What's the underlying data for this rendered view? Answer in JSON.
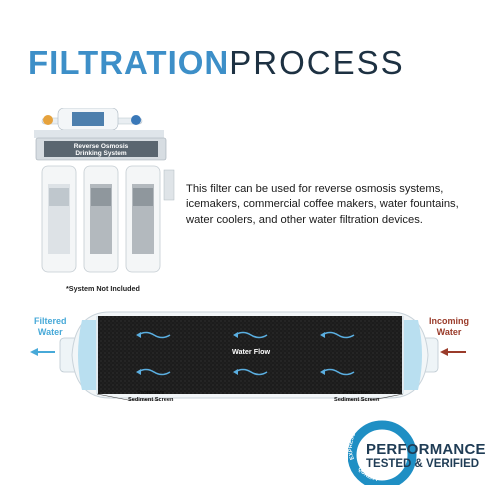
{
  "title": {
    "bold": "FILTRATION",
    "light": "PROCESS"
  },
  "description": "This filter can be used for reverse osmosis systems, icemakers, commercial coffee makers, water fountains, water coolers, and other water filtration devices.",
  "product": {
    "system_label_line1": "Reverse Osmosis",
    "system_label_line2": "Drinking System",
    "footnote": "*System Not Included"
  },
  "flow_diagram": {
    "outlet_label_line1": "Filtered",
    "outlet_label_line2": "Water",
    "inlet_label_line1": "Incoming",
    "inlet_label_line2": "Water",
    "center_label": "Water Flow",
    "screen_left_line1": "Protective",
    "screen_left_line2": "Sediment Screen",
    "screen_right_line1": "Protective",
    "screen_right_line2": "Sediment Screen"
  },
  "badge": {
    "title": "PERFORMANCE",
    "subtitle": "TESTED & VERIFIED",
    "arc_text": "EXPRESS WATER",
    "arc_text_lower": "QUALITY"
  },
  "colors": {
    "brand_blue": "#3d8fc8",
    "outlet_blue": "#47a9d8",
    "inlet_red": "#9a3b2a",
    "badge_navy": "#1f3c55",
    "carbon": "#1c1c1c"
  }
}
